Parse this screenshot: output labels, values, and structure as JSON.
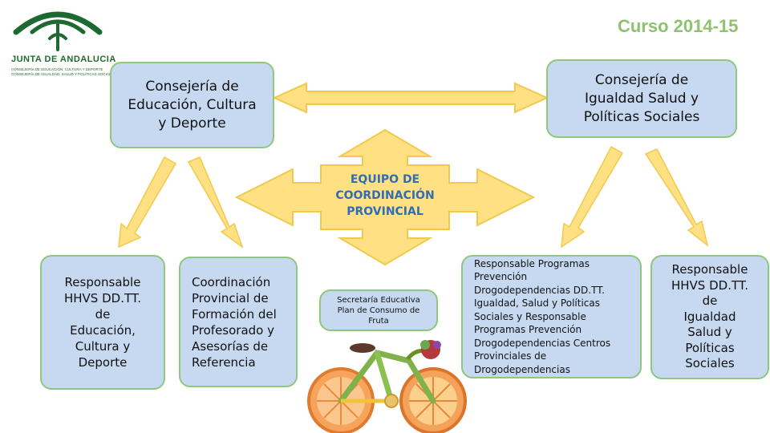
{
  "header": {
    "course": "Curso 2014-15",
    "logo_name": "JUNTA DE ANDALUCIA",
    "logo_sub1": "CONSEJERÍA DE EDUCACIÓN, CULTURA Y DEPORTE",
    "logo_sub2": "CONSEJERÍA DE IGUALDAD, SALUD Y POLÍTICAS SOCIALES"
  },
  "center": {
    "label": "EQUIPO DE\nCOORDINACIÓN\nPROVINCIAL"
  },
  "boxes": {
    "consejeria_educacion": "Consejería de\nEducación, Cultura\ny Deporte",
    "consejeria_igualdad": "Consejería de\nIgualdad Salud y\nPolíticas Sociales",
    "responsable_educacion": "Responsable\nHHVS DD.TT.\nde\nEducación,\nCultura y\nDeporte",
    "coordinacion_provincial": "Coordinación\nProvincial de\nFormación del\nProfesorado y\nAsesorías de\nReferencia",
    "secretaria": "Secretaría Educativa\nPlan de Consumo de\nFruta",
    "responsable_programas": "Responsable Programas\nPrevención\nDrogodependencias DD.TT.\nIgualdad, Salud y Políticas\nSociales y Responsable\nProgramas Prevención\nDrogodependencias Centros\nProvinciales de\nDrogodependencias",
    "responsable_igualdad": "Responsable\nHHVS DD.TT.\nde\nIgualdad\nSalud y\nPolíticas\nSociales"
  },
  "colors": {
    "box_fill": "#c6d9f1",
    "box_border": "#8fc77c",
    "arrow_fill": "#ffe083",
    "arrow_stroke": "#f2c94c",
    "title_green": "#8dc26f",
    "center_text": "#2f6db5"
  }
}
